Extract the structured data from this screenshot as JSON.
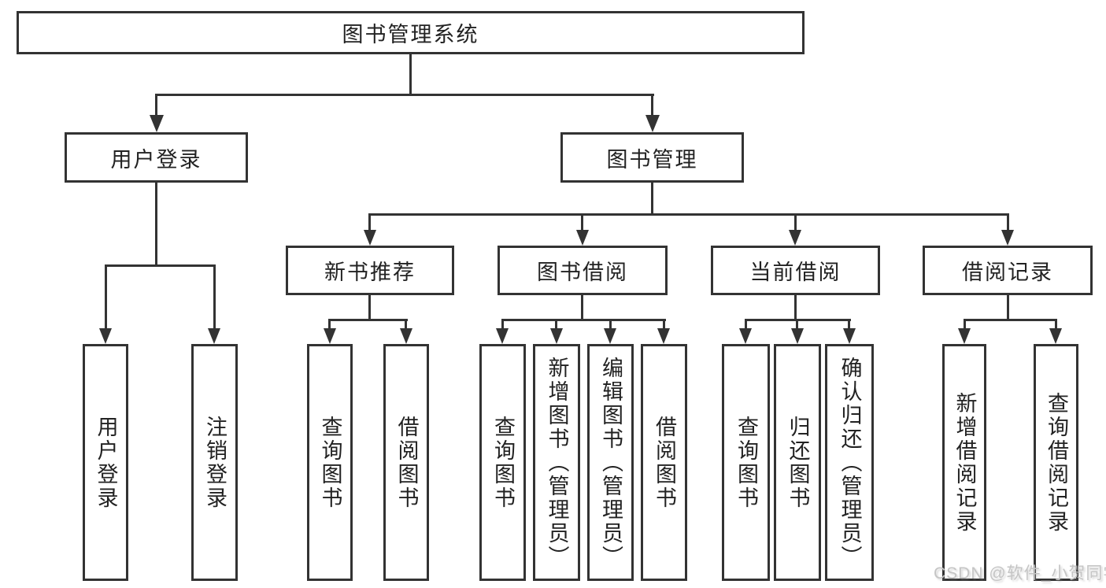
{
  "diagram": {
    "root": "图书管理系统",
    "branches": [
      {
        "label": "用户登录",
        "children": [
          {
            "label": "用户登录"
          },
          {
            "label": "注销登录"
          }
        ]
      },
      {
        "label": "图书管理",
        "groups": [
          {
            "label": "新书推荐",
            "children": [
              {
                "label": "查询图书"
              },
              {
                "label": "借阅图书"
              }
            ]
          },
          {
            "label": "图书借阅",
            "children": [
              {
                "label": "查询图书"
              },
              {
                "label": "新增图书（管理员）"
              },
              {
                "label": "编辑图书（管理员）"
              },
              {
                "label": "借阅图书"
              }
            ]
          },
          {
            "label": "当前借阅",
            "children": [
              {
                "label": "查询图书"
              },
              {
                "label": "归还图书"
              },
              {
                "label": "确认归还（管理员）"
              }
            ]
          },
          {
            "label": "借阅记录",
            "children": [
              {
                "label": "新增借阅记录"
              },
              {
                "label": "查询借阅记录"
              }
            ]
          }
        ]
      }
    ]
  },
  "watermark": {
    "text": "CSDN @软件_小贺同学"
  },
  "colors": {
    "line": "#333333",
    "text": "#222222",
    "background": "#ffffff",
    "watermark": "#c5c5c5"
  }
}
